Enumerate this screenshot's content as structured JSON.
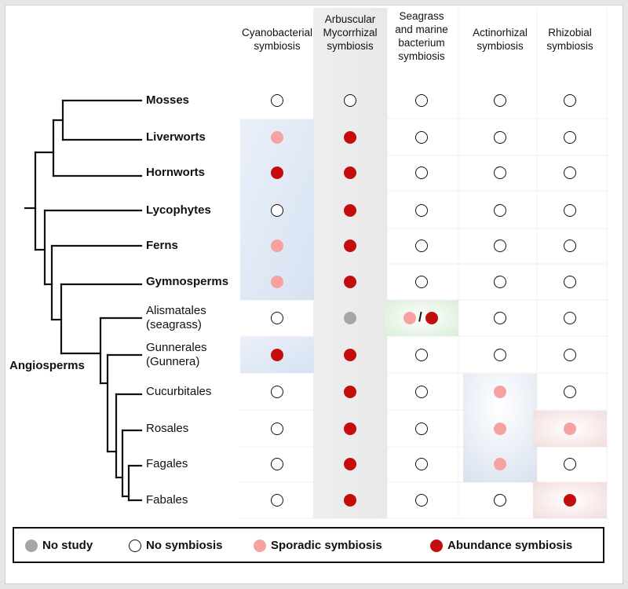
{
  "columns": [
    {
      "lines": [
        "Cyanobacterial",
        "symbiosis"
      ]
    },
    {
      "lines": [
        "Arbuscular",
        "Mycorrhizal",
        "symbiosis"
      ]
    },
    {
      "lines": [
        "Seagrass",
        "and marine",
        "bacterium",
        "symbiosis"
      ]
    },
    {
      "lines": [
        "Actinorhizal",
        "symbiosis"
      ]
    },
    {
      "lines": [
        "Rhizobial",
        "symbiosis"
      ]
    }
  ],
  "rows": [
    {
      "lines": [
        "Mosses"
      ],
      "bold": true,
      "values": [
        "none",
        "none",
        "none",
        "none",
        "none"
      ]
    },
    {
      "lines": [
        "Liverworts"
      ],
      "bold": true,
      "values": [
        "sporadic",
        "abundance",
        "none",
        "none",
        "none"
      ]
    },
    {
      "lines": [
        "Hornworts"
      ],
      "bold": true,
      "values": [
        "abundance",
        "abundance",
        "none",
        "none",
        "none"
      ]
    },
    {
      "lines": [
        "Lycophytes"
      ],
      "bold": true,
      "values": [
        "none",
        "abundance",
        "none",
        "none",
        "none"
      ]
    },
    {
      "lines": [
        "Ferns"
      ],
      "bold": true,
      "values": [
        "sporadic",
        "abundance",
        "none",
        "none",
        "none"
      ]
    },
    {
      "lines": [
        "Gymnosperms"
      ],
      "bold": true,
      "values": [
        "sporadic",
        "abundance",
        "none",
        "none",
        "none"
      ]
    },
    {
      "lines": [
        "Alismatales",
        "(seagrass)"
      ],
      "bold": false,
      "values": [
        "none",
        "nostudy",
        "sporadic/abundance",
        "none",
        "none"
      ]
    },
    {
      "lines": [
        "Gunnerales",
        "(Gunnera)"
      ],
      "bold": false,
      "values": [
        "abundance",
        "abundance",
        "none",
        "none",
        "none"
      ]
    },
    {
      "lines": [
        "Cucurbitales"
      ],
      "bold": false,
      "values": [
        "none",
        "abundance",
        "none",
        "sporadic",
        "none"
      ]
    },
    {
      "lines": [
        "Rosales"
      ],
      "bold": false,
      "values": [
        "none",
        "abundance",
        "none",
        "sporadic",
        "sporadic"
      ]
    },
    {
      "lines": [
        "Fagales"
      ],
      "bold": false,
      "values": [
        "none",
        "abundance",
        "none",
        "sporadic",
        "none"
      ]
    },
    {
      "lines": [
        "Fabales"
      ],
      "bold": false,
      "values": [
        "none",
        "abundance",
        "none",
        "none",
        "abundance"
      ]
    }
  ],
  "clade_label": "Angiosperms",
  "slash_text": "/",
  "legend": [
    {
      "kind": "nostudy",
      "label": "No study"
    },
    {
      "kind": "none",
      "label": "No symbiosis"
    },
    {
      "kind": "sporadic",
      "label": "Sporadic symbiosis"
    },
    {
      "kind": "abundance",
      "label": "Abundance symbiosis"
    }
  ],
  "colors": {
    "abundance": "#c40d0d",
    "sporadic": "#f7a1a1",
    "no_study": "#a6a6a6",
    "no_symbiosis": "#ffffff",
    "highlight_blue": "#e3ebf6",
    "highlight_green": "#e2f2e2",
    "highlight_pink": "#f7e3e3",
    "highlight_gray": "#ededed"
  }
}
